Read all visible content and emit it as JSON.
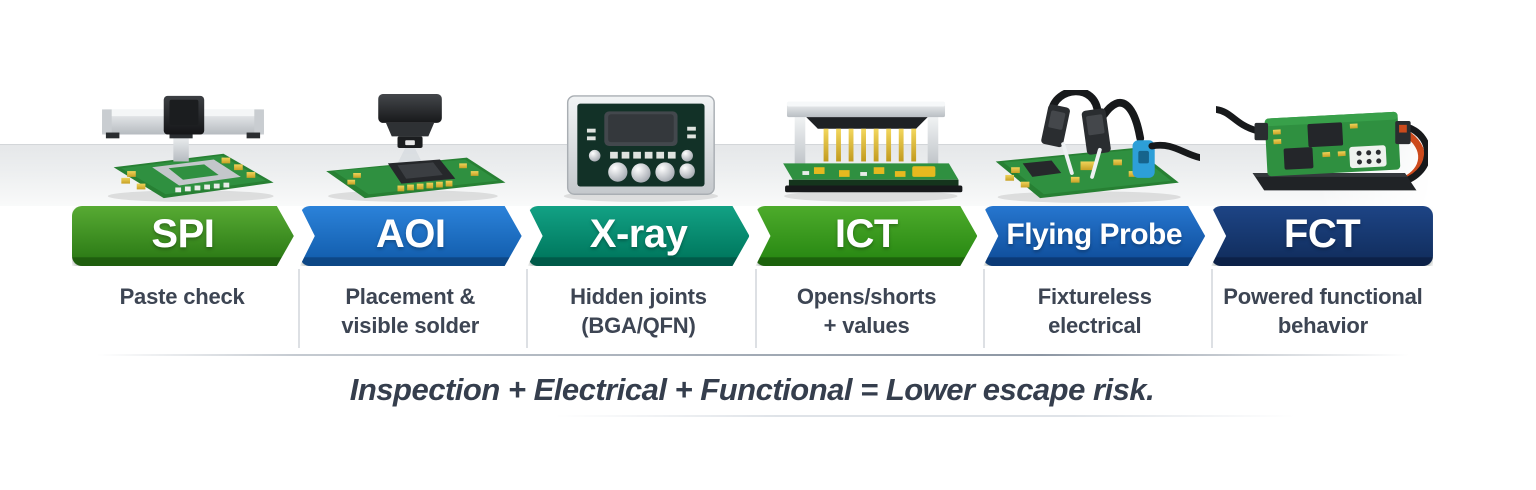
{
  "pipeline": {
    "stages": [
      {
        "label": "SPI",
        "description": "Paste check",
        "icon": "spi-machine-icon",
        "colors": {
          "top": "#57aa33",
          "bottom": "#2e7d17",
          "edge": "#1f5e0e"
        }
      },
      {
        "label": "AOI",
        "description": "Placement &\nvisible solder",
        "icon": "aoi-camera-icon",
        "colors": {
          "top": "#2b82d9",
          "bottom": "#1460b0",
          "edge": "#0d4786"
        }
      },
      {
        "label": "X-ray",
        "description": "Hidden joints\n(BGA/QFN)",
        "icon": "xray-monitor-icon",
        "colors": {
          "top": "#12a184",
          "bottom": "#00795f",
          "edge": "#005a49"
        }
      },
      {
        "label": "ICT",
        "description": "Opens/shorts\n+ values",
        "icon": "ict-fixture-icon",
        "colors": {
          "top": "#4dab2b",
          "bottom": "#2a8a14",
          "edge": "#1c620c"
        }
      },
      {
        "label": "Flying Probe",
        "description": "Fixtureless\nelectrical",
        "icon": "flying-probe-icon",
        "colors": {
          "top": "#2676cf",
          "bottom": "#11519f",
          "edge": "#0b3a77"
        }
      },
      {
        "label": "FCT",
        "description": "Powered functional\nbehavior",
        "icon": "fct-board-icon",
        "colors": {
          "top": "#1d4485",
          "bottom": "#122f60",
          "edge": "#0c2148"
        }
      }
    ]
  },
  "caption": {
    "text": "Inspection + Electrical + Functional = Lower escape risk."
  }
}
